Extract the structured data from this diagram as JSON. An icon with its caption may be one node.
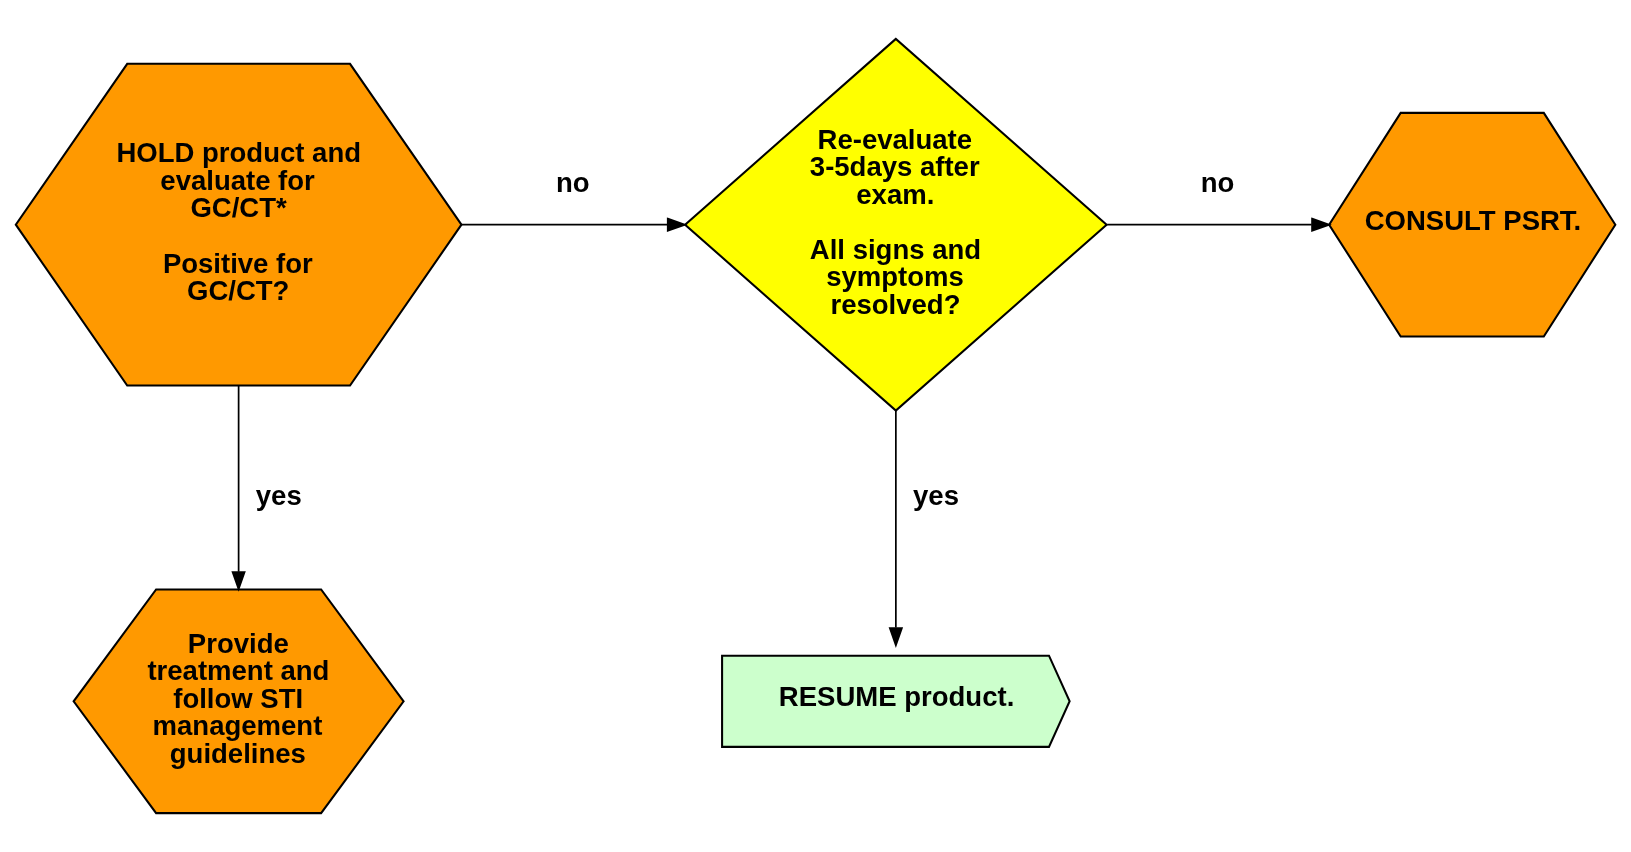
{
  "diagram": {
    "nodes": [
      {
        "text": [
          "HOLD product and evaluate for GC/CT*",
          "Positive for GC/CT?"
        ]
      },
      {
        "text": [
          "Re-evaluate 3-5days after exam.",
          "All signs and symptoms resolved?"
        ]
      },
      {
        "text": [
          "CONSULT PSRT."
        ]
      },
      {
        "text": [
          "Provide treatment and follow STI management guidelines"
        ]
      },
      {
        "text": [
          "RESUME product."
        ]
      }
    ],
    "edges": [
      {
        "from": 0,
        "to": 1,
        "arrow": "to",
        "label": "no"
      },
      {
        "from": 1,
        "to": 2,
        "arrow": "to",
        "label": "no"
      },
      {
        "from": 0,
        "to": 3,
        "arrow": "to",
        "label": "yes"
      },
      {
        "from": 1,
        "to": 4,
        "arrow": "to",
        "label": "yes"
      }
    ]
  }
}
